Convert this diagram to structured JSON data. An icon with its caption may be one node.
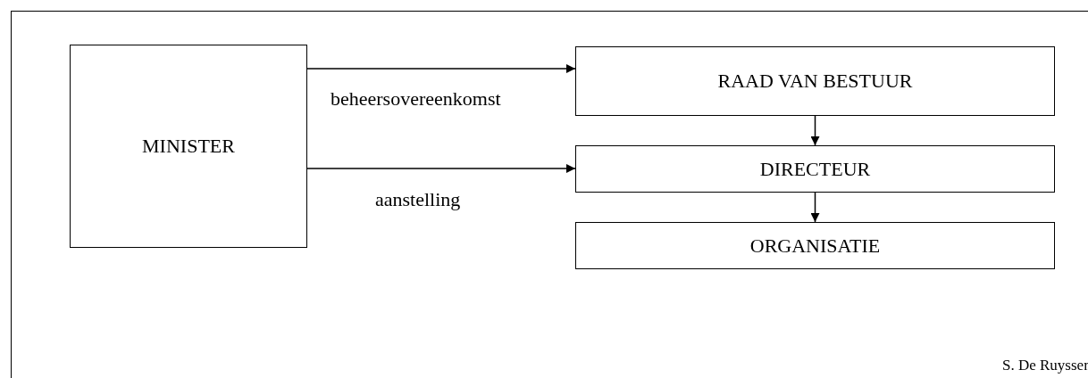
{
  "diagram": {
    "nodes": [
      {
        "text": [
          "MINISTER"
        ]
      },
      {
        "text": [
          "RAAD VAN BESTUUR"
        ]
      },
      {
        "text": [
          "DIRECTEUR"
        ]
      },
      {
        "text": [
          "ORGANISATIE"
        ]
      }
    ],
    "edges": [
      {
        "from": 0,
        "to": 1,
        "arrow": "to",
        "label": "beheersovereenkomst"
      },
      {
        "from": 0,
        "to": 2,
        "arrow": "to",
        "label": "aanstelling"
      },
      {
        "from": 1,
        "to": 2,
        "arrow": "to"
      },
      {
        "from": 2,
        "to": 3,
        "arrow": "to"
      }
    ],
    "labels": [
      "S. De Ruysser"
    ]
  }
}
